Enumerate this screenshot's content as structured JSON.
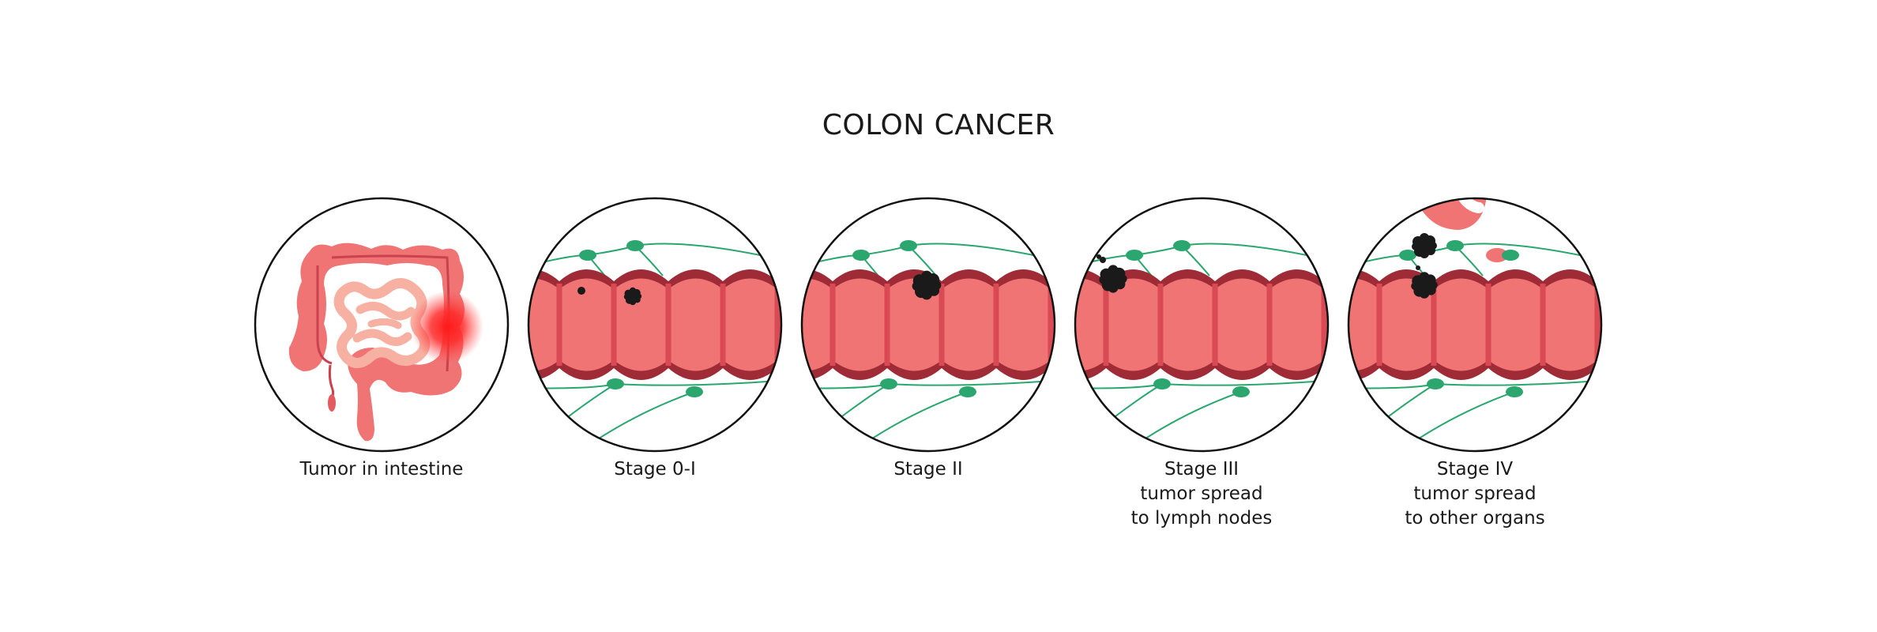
{
  "title": "COLON CANCER",
  "colors": {
    "colon_fill": "#f07474",
    "colon_dark": "#9e2b35",
    "colon_mid": "#d94a55",
    "small_intestine": "#f7b1a3",
    "tumor": "#1a1a1a",
    "lymph": "#2aa66e",
    "hot_spot": "#ff1a1a",
    "circle_stroke": "#111111"
  },
  "panels": [
    {
      "id": "tumor-in-intestine",
      "lines": [
        "Tumor in intestine"
      ]
    },
    {
      "id": "stage-0-1",
      "lines": [
        "Stage 0-I"
      ]
    },
    {
      "id": "stage-2",
      "lines": [
        "Stage II"
      ]
    },
    {
      "id": "stage-3",
      "lines": [
        "Stage III",
        "tumor spread",
        "to lymph nodes"
      ]
    },
    {
      "id": "stage-4",
      "lines": [
        "Stage IV",
        "tumor spread",
        "to other organs"
      ]
    }
  ]
}
